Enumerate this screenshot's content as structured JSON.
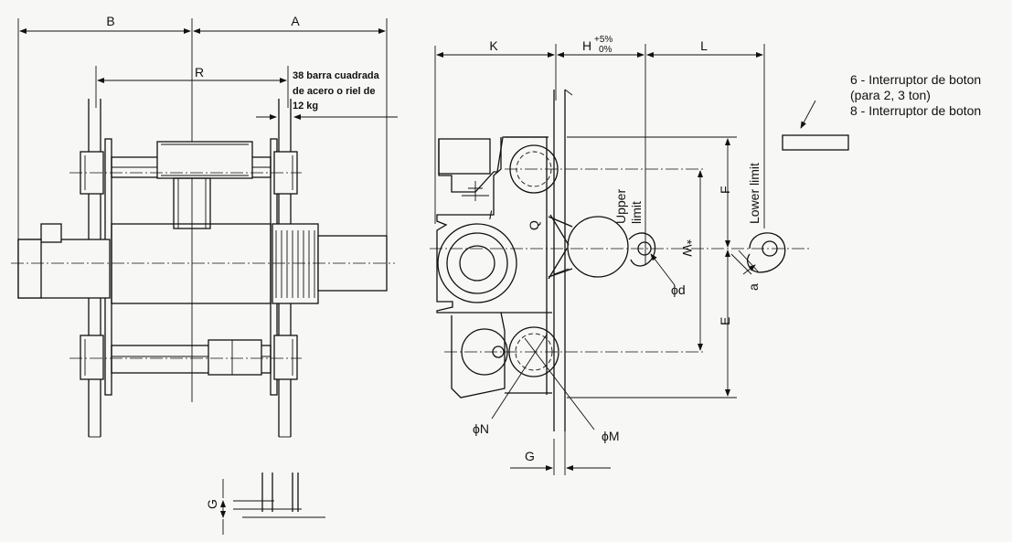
{
  "dimensions": {
    "B": "B",
    "A": "A",
    "R": "R",
    "K": "K",
    "H": "H",
    "H_tol_upper": "+5%",
    "H_tol_lower": "0%",
    "L": "L",
    "F": "F",
    "E": "E",
    "W": "*W",
    "Q": "Q",
    "l": "l",
    "a": "a",
    "d": "ϕd",
    "N": "ϕN",
    "M": "ϕM",
    "G_front": "G",
    "G_detail": "G"
  },
  "limits": {
    "upper_line1": "Upper",
    "upper_line2": "limit",
    "lower": "Lower limit"
  },
  "beam_note": {
    "line1": "38 barra cuadrada",
    "line2": "de acero o riel de",
    "line3": "12 kg"
  },
  "legend": {
    "line1": "6 - Interruptor de boton",
    "line2": "(para 2, 3 ton)",
    "line3": "8 - Interruptor de boton"
  }
}
